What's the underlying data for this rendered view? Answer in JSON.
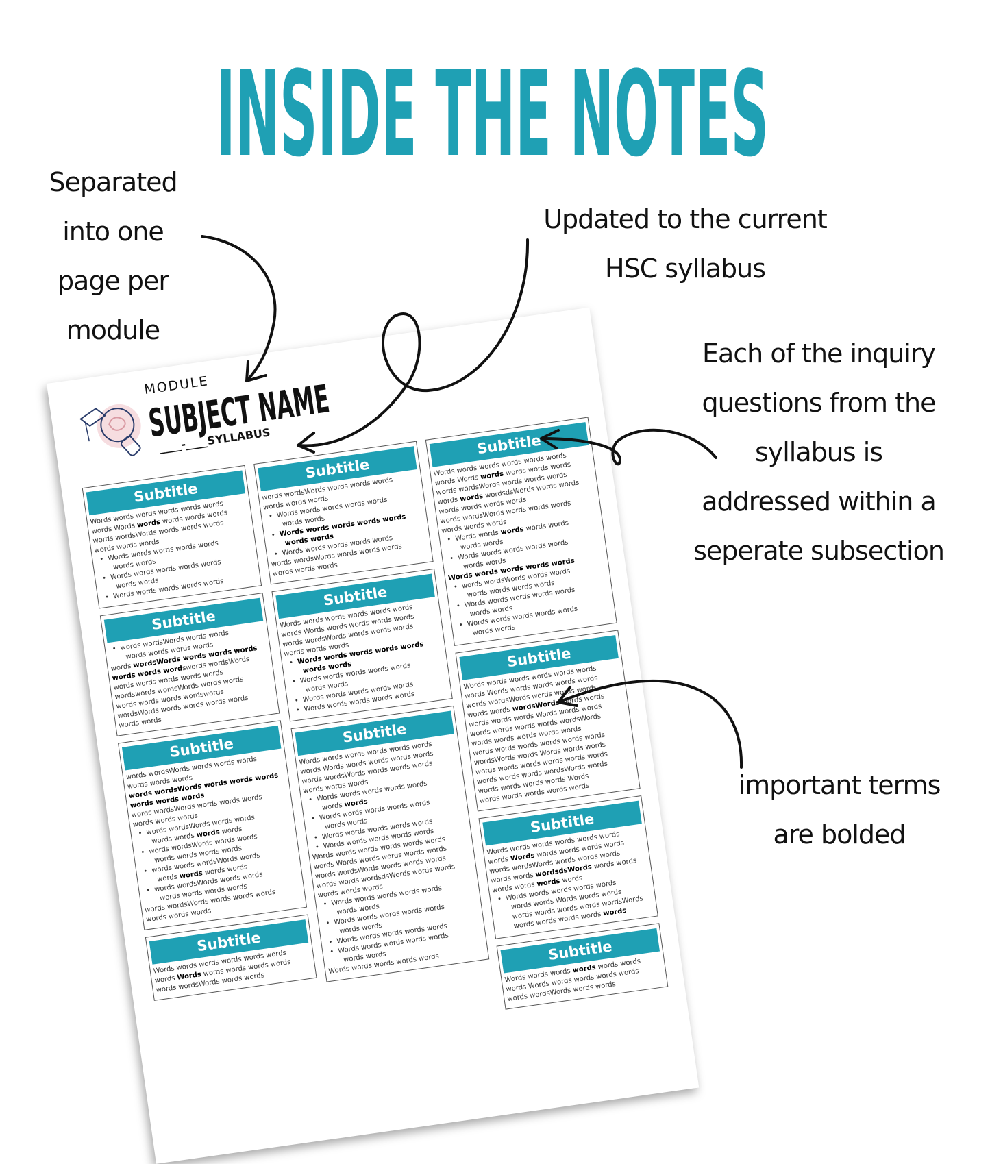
{
  "headline": "INSIDE THE NOTES",
  "colors": {
    "accent": "#1fa0b4",
    "text": "#111111"
  },
  "annotations": {
    "module": [
      "Separated",
      "into one",
      "page per",
      "module"
    ],
    "syllabus": [
      "Updated to the current",
      "HSC syllabus"
    ],
    "inquiry": [
      "Each of the inquiry",
      "questions from the",
      "syllabus is",
      "addressed within a",
      "seperate subsection"
    ],
    "bold": [
      "important terms",
      "are bolded"
    ]
  },
  "document": {
    "module_label": "MODULE",
    "subject_name": "SUBJECT NAME",
    "syllabus_label": "____-____SYLLABUS",
    "logo_icon": "lightbulb-brain-graduation-cap-icon",
    "columns": [
      [
        {
          "title": "Subtitle",
          "lines": [
            {
              "t": "Words words words words words words"
            },
            {
              "t": "words Words **words** words words words"
            },
            {
              "t": "words wordsWords words words words"
            },
            {
              "t": "words words words"
            },
            {
              "t": "Words words words words words",
              "b": true
            },
            {
              "t": "words words",
              "b": true,
              "c": true
            },
            {
              "t": "Words words words words words",
              "b": true
            },
            {
              "t": "words words",
              "b": true,
              "c": true
            },
            {
              "t": "Words words words words words",
              "b": true
            }
          ]
        },
        {
          "title": "Subtitle",
          "lines": [
            {
              "t": "words wordsWords words words",
              "b": true
            },
            {
              "t": "words words words words",
              "b": true,
              "c": true
            },
            {
              "t": "words **wordsWords words words words**"
            },
            {
              "t": "**words words word**swords wordsWords"
            },
            {
              "t": "words words words words words"
            },
            {
              "t": "wordswords wordsWords words words"
            },
            {
              "t": "words words words wordswords"
            },
            {
              "t": "wordsWords words words words words"
            },
            {
              "t": "words words"
            }
          ]
        },
        {
          "title": "Subtitle",
          "lines": [
            {
              "t": "words wordsWords words words words"
            },
            {
              "t": "words words words"
            },
            {
              "t": "**words wordsWords words words words**"
            },
            {
              "t": "**words words words**"
            },
            {
              "t": "words wordsWords words words words"
            },
            {
              "t": "words words words"
            },
            {
              "t": "words wordsWords words words",
              "b": true
            },
            {
              "t": "words words **words** words",
              "b": true,
              "c": true
            },
            {
              "t": "words wordsWords words words",
              "b": true
            },
            {
              "t": "words words words words",
              "b": true,
              "c": true
            },
            {
              "t": "words words wordsWords words",
              "b": true
            },
            {
              "t": "words **words** words words",
              "b": true,
              "c": true
            },
            {
              "t": "words wordsWords words words",
              "b": true
            },
            {
              "t": "words words words words",
              "b": true,
              "c": true
            },
            {
              "t": "words wordsWords words words words"
            },
            {
              "t": "words words words"
            }
          ]
        },
        {
          "title": "Subtitle",
          "lines": [
            {
              "t": "Words words words words words words"
            },
            {
              "t": "words **Words** words words words words"
            },
            {
              "t": "words wordsWords words words"
            }
          ]
        }
      ],
      [
        {
          "title": "Subtitle",
          "lines": [
            {
              "t": "words wordsWords words words words"
            },
            {
              "t": "words words words"
            },
            {
              "t": "Words words words words words",
              "b": true
            },
            {
              "t": "words words",
              "b": true,
              "c": true
            },
            {
              "t": "**Words words words words words**",
              "b": true
            },
            {
              "t": "**words words**",
              "b": true,
              "c": true
            },
            {
              "t": "Words words words words words",
              "b": true
            },
            {
              "t": "words wordsWords words words words"
            },
            {
              "t": "words words words"
            }
          ]
        },
        {
          "title": "Subtitle",
          "lines": [
            {
              "t": "Words words words words words words"
            },
            {
              "t": "words Words words words words words"
            },
            {
              "t": "words wordsWords words words words"
            },
            {
              "t": "words words words"
            },
            {
              "t": "**Words words words words words**",
              "b": true
            },
            {
              "t": "**words words**",
              "b": true,
              "c": true
            },
            {
              "t": "Words words words words words",
              "b": true
            },
            {
              "t": "words words",
              "b": true,
              "c": true
            },
            {
              "t": "Words words words words words",
              "b": true
            },
            {
              "t": "Words words words words words",
              "b": true
            }
          ]
        },
        {
          "title": "Subtitle",
          "lines": [
            {
              "t": "Words words words words words words"
            },
            {
              "t": "words Words words words words words"
            },
            {
              "t": "words wordsWords words words words"
            },
            {
              "t": "words words words"
            },
            {
              "t": "Words words words words words",
              "b": true
            },
            {
              "t": "words **words**",
              "b": true,
              "c": true
            },
            {
              "t": "Words words words words words",
              "b": true
            },
            {
              "t": "words words",
              "b": true,
              "c": true
            },
            {
              "t": "Words words words words words",
              "b": true
            },
            {
              "t": "Words words words words words",
              "b": true
            },
            {
              "t": "Words words words words words words"
            },
            {
              "t": "words Words words words words words"
            },
            {
              "t": "words wordsWords words words words"
            },
            {
              "t": "words words wordsdsWords words words"
            },
            {
              "t": "words words words"
            },
            {
              "t": "Words words words words words",
              "b": true
            },
            {
              "t": "words words",
              "b": true,
              "c": true
            },
            {
              "t": "Words words words words words",
              "b": true
            },
            {
              "t": "words words",
              "b": true,
              "c": true
            },
            {
              "t": "Words words words words words",
              "b": true
            },
            {
              "t": "Words words words words words",
              "b": true
            },
            {
              "t": "words words",
              "b": true,
              "c": true
            },
            {
              "t": "Words words words words words"
            }
          ]
        }
      ],
      [
        {
          "title": "Subtitle",
          "lines": [
            {
              "t": "Words words words words words words"
            },
            {
              "t": "words Words **words** words words words"
            },
            {
              "t": "words wordsWords words words words"
            },
            {
              "t": "words **words** wordsdsWords words words"
            },
            {
              "t": "words words words words"
            },
            {
              "t": "words wordsWords words words words"
            },
            {
              "t": "words words words"
            },
            {
              "t": "Words words **words** words words",
              "b": true
            },
            {
              "t": "words words",
              "b": true,
              "c": true
            },
            {
              "t": "Words words words words words",
              "b": true
            },
            {
              "t": "words words",
              "b": true,
              "c": true
            },
            {
              "t": "**Words words words words words**"
            },
            {
              "t": "words wordsWords words words",
              "b": true
            },
            {
              "t": "words words words words",
              "b": true,
              "c": true
            },
            {
              "t": "Words words words words words",
              "b": true
            },
            {
              "t": "words words",
              "b": true,
              "c": true
            },
            {
              "t": "Words words words words words",
              "b": true
            },
            {
              "t": "words words",
              "b": true,
              "c": true
            }
          ]
        },
        {
          "title": "Subtitle",
          "lines": [
            {
              "t": "Words words words words words words"
            },
            {
              "t": "words Words words words words words"
            },
            {
              "t": "words wordsWords words words words"
            },
            {
              "t": "words words **wordsWords** words words"
            },
            {
              "t": "words words words Words words words"
            },
            {
              "t": "words words words words wordsWords"
            },
            {
              "t": "words words words words words"
            },
            {
              "t": "words words words words words words"
            },
            {
              "t": "wordsWords words Words words words"
            },
            {
              "t": "words words words words words words"
            },
            {
              "t": "words words words wordsWords words"
            },
            {
              "t": "words words words words Words"
            },
            {
              "t": "words words words words words"
            }
          ]
        },
        {
          "title": "Subtitle",
          "lines": [
            {
              "t": "Words words words words words words"
            },
            {
              "t": "words **Words** words words words words"
            },
            {
              "t": "words wordsWords words words words"
            },
            {
              "t": "words words **wordsdsWords** words words"
            },
            {
              "t": "words words **words** words"
            },
            {
              "t": "Words words words words words",
              "b": true
            },
            {
              "t": "words words Words words words",
              "b": true,
              "c": true
            },
            {
              "t": "words words words words wordsWords",
              "b": true,
              "c": true
            },
            {
              "t": "words words words words **words**",
              "b": true,
              "c": true
            }
          ]
        },
        {
          "title": "Subtitle",
          "lines": [
            {
              "t": "Words words words **words** words words"
            },
            {
              "t": "words Words words words words words"
            },
            {
              "t": "words wordsWords words words"
            }
          ]
        }
      ]
    ]
  }
}
